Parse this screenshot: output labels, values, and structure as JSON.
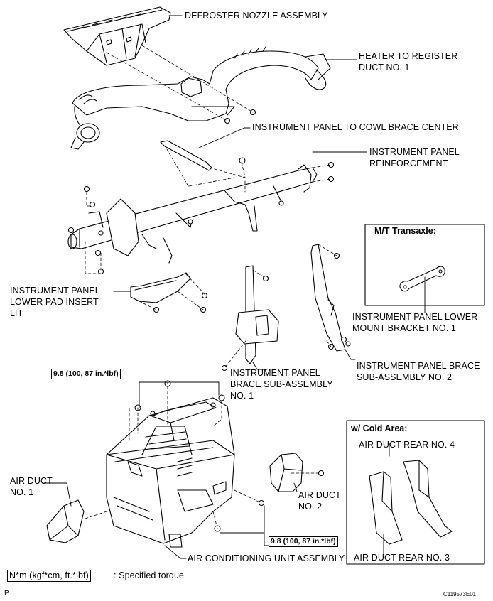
{
  "labels": {
    "defroster": "DEFROSTER NOZZLE ASSEMBLY",
    "heater_duct_1": "HEATER TO REGISTER",
    "heater_duct_2": "DUCT NO. 1",
    "cowl_brace": "INSTRUMENT PANEL TO COWL BRACE CENTER",
    "reinf_1": "INSTRUMENT PANEL",
    "reinf_2": "REINFORCEMENT",
    "lower_pad_1": "INSTRUMENT PANEL",
    "lower_pad_2": "LOWER PAD INSERT",
    "lower_pad_3": "LH",
    "lower_mount_1": "INSTRUMENT PANEL LOWER",
    "lower_mount_2": "MOUNT BRACKET NO. 1",
    "brace2_1": "INSTRUMENT PANEL BRACE",
    "brace2_2": "SUB-ASSEMBLY NO. 2",
    "brace1_1": "INSTRUMENT PANEL",
    "brace1_2": "BRACE SUB-ASSEMBLY",
    "brace1_3": "NO. 1",
    "air_duct1_1": "AIR DUCT",
    "air_duct1_2": "NO. 1",
    "air_duct2_1": "AIR DUCT",
    "air_duct2_2": "NO. 2",
    "ac_unit": "AIR CONDITIONING UNIT ASSEMBLY",
    "rear4": "AIR DUCT REAR NO. 4",
    "rear3": "AIR DUCT REAR NO. 3"
  },
  "boxes": {
    "mt_title": "M/T Transaxle:",
    "cold_title": "w/ Cold Area:"
  },
  "torque": {
    "top": "9.8 (100, 87 in.*lbf)",
    "bottom": "9.8 (100, 87 in.*lbf)"
  },
  "legend": {
    "box": "N*m (kgf*cm, ft.*lbf)",
    "text": ": Specified torque"
  },
  "footer": {
    "left": "P",
    "right": "C119573E01"
  }
}
